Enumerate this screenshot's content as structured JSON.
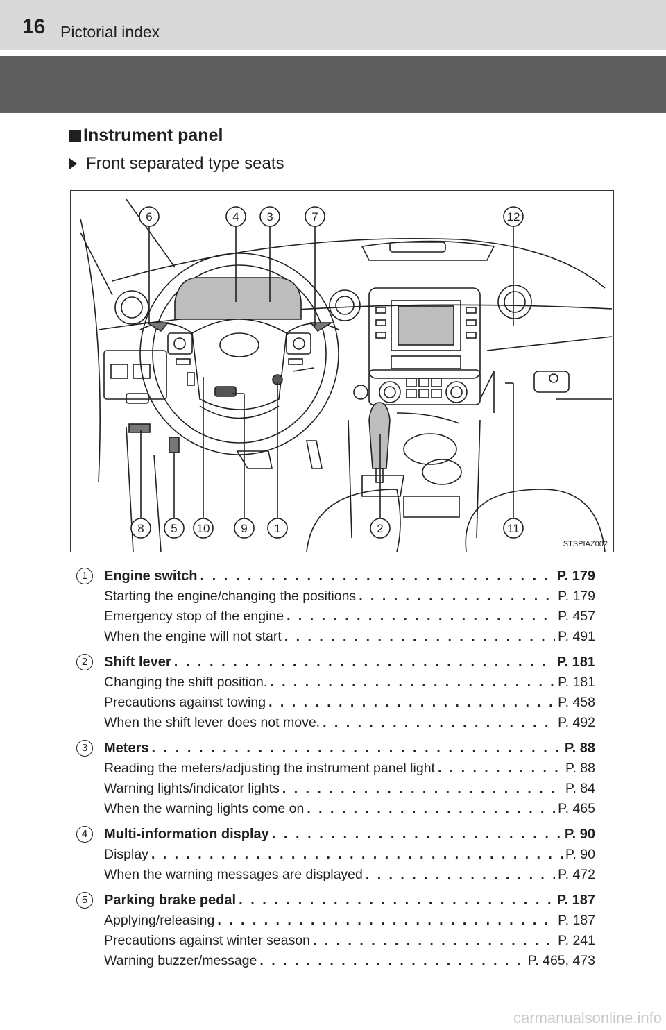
{
  "header": {
    "page_number": "16",
    "title": "Pictorial index"
  },
  "section": {
    "title": "Instrument panel",
    "subtitle": "Front separated type seats"
  },
  "figure": {
    "code": "STSPIAZ002",
    "top_callouts": [
      "6",
      "4",
      "3",
      "7",
      "12"
    ],
    "bottom_callouts": [
      "8",
      "5",
      "10",
      "9",
      "1",
      "2",
      "11"
    ]
  },
  "entries": [
    {
      "num": "1",
      "title": "Engine switch",
      "page": "P. 179",
      "subs": [
        {
          "text": "Starting the engine/changing the positions",
          "page": "P. 179"
        },
        {
          "text": "Emergency stop of the engine",
          "page": "P. 457"
        },
        {
          "text": "When the engine will not start",
          "page": "P. 491"
        }
      ]
    },
    {
      "num": "2",
      "title": "Shift lever",
      "page": "P. 181",
      "subs": [
        {
          "text": "Changing the shift position.",
          "page": "P. 181"
        },
        {
          "text": "Precautions against towing",
          "page": "P. 458"
        },
        {
          "text": "When the shift lever does not move.",
          "page": "P. 492"
        }
      ]
    },
    {
      "num": "3",
      "title": "Meters",
      "page": "P. 88",
      "subs": [
        {
          "text": "Reading the meters/adjusting the instrument panel light",
          "page": "P. 88"
        },
        {
          "text": "Warning lights/indicator lights",
          "page": "P. 84"
        },
        {
          "text": "When the warning lights come on",
          "page": "P. 465"
        }
      ]
    },
    {
      "num": "4",
      "title": "Multi-information display",
      "page": "P. 90",
      "subs": [
        {
          "text": "Display",
          "page": "P. 90"
        },
        {
          "text": "When the warning messages are displayed",
          "page": "P. 472"
        }
      ]
    },
    {
      "num": "5",
      "title": "Parking brake pedal",
      "page": "P. 187",
      "subs": [
        {
          "text": "Applying/releasing",
          "page": "P. 187"
        },
        {
          "text": "Precautions against winter season",
          "page": "P. 241"
        },
        {
          "text": "Warning buzzer/message",
          "page": "P. 465, 473"
        }
      ]
    }
  ],
  "watermark": "carmanualsonline.info"
}
